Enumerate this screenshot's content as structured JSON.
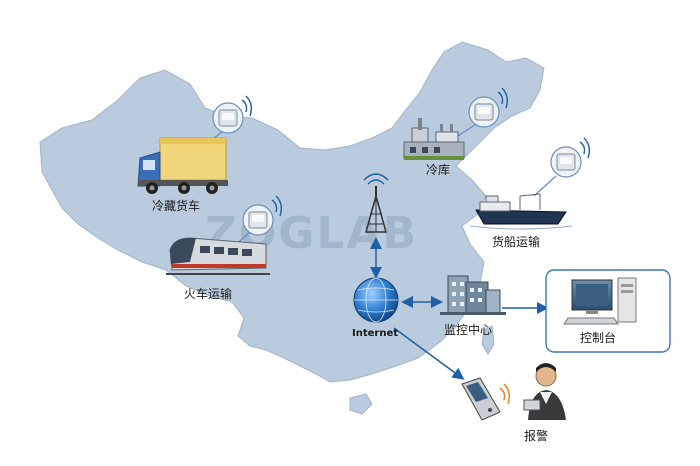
{
  "watermark": "ZOGLAB",
  "nodes": {
    "truck": "冷藏货车",
    "train": "火车运输",
    "cold_storage": "冷库",
    "ship": "货船运输",
    "internet": "Internet",
    "monitoring_center": "监控中心",
    "console": "控制台",
    "alarm": "报警"
  },
  "colors": {
    "map_fill": "#b9cbdc",
    "map_stroke": "#9fb5ca",
    "arrow": "#1f5fa8",
    "console_box": "#3a78b8",
    "sensor_line": "#5a8fc4"
  },
  "icons": [
    "truck-icon",
    "train-icon",
    "factory-icon",
    "ship-icon",
    "globe-icon",
    "antenna-tower-icon",
    "building-icon",
    "computer-icon",
    "mobile-phone-icon",
    "person-icon",
    "sensor-icon",
    "wifi-signal-icon"
  ]
}
